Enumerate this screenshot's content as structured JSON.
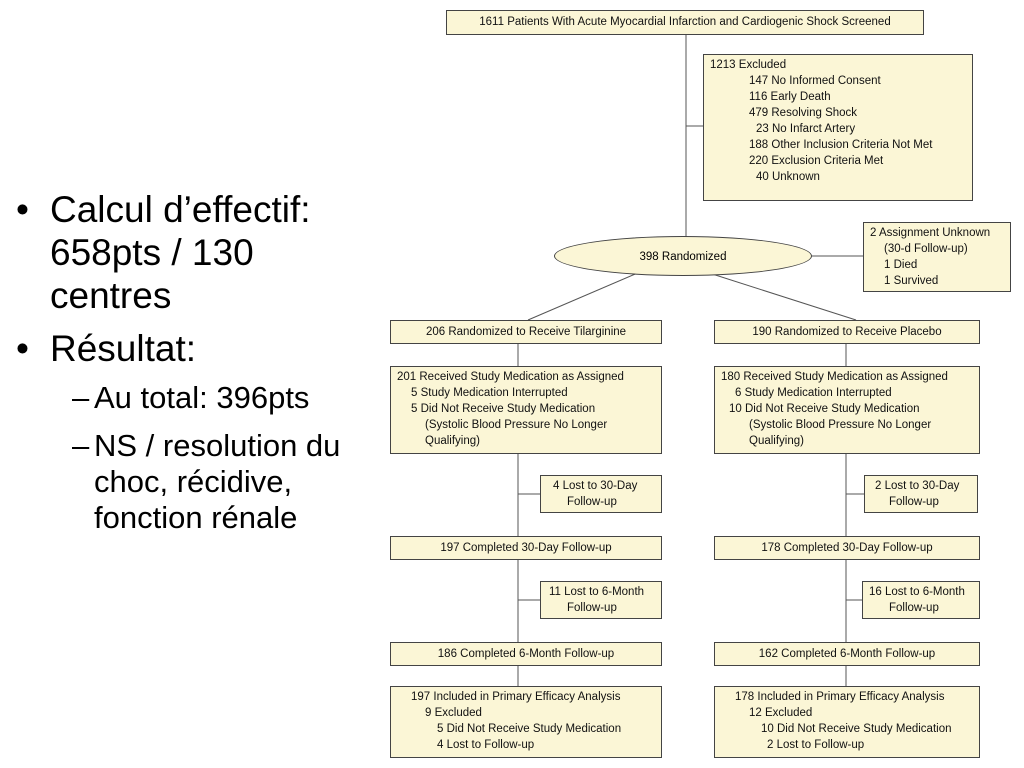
{
  "bullets": [
    {
      "text": "Calcul d’effectif: 658pts / 130 centres"
    },
    {
      "text": "Résultat:"
    }
  ],
  "sub_bullets": [
    {
      "text": "Au total: 396pts"
    },
    {
      "text": "NS / resolution du choc, récidive, fonction rénale"
    }
  ],
  "flow": {
    "screened": "1611  Patients With Acute Myocardial Infarction and Cardiogenic Shock Screened",
    "excluded": {
      "title": "1213  Excluded",
      "items": [
        "147  No Informed Consent",
        "116  Early Death",
        "479  Resolving Shock",
        "23  No Infarct Artery",
        "188  Other Inclusion Criteria Not Met",
        "220  Exclusion Criteria Met",
        "40  Unknown"
      ]
    },
    "randomized": "398  Randomized",
    "unknown": [
      "2  Assignment Unknown",
      "(30-d Follow-up)",
      "1  Died",
      "1  Survived"
    ],
    "left": {
      "arm": "206  Randomized to Receive Tilarginine",
      "received": [
        "201  Received Study Medication as Assigned",
        "5  Study Medication Interrupted",
        "5  Did Not Receive Study Medication",
        "(Systolic Blood Pressure No Longer",
        "Qualifying)"
      ],
      "lost30": [
        "4  Lost to 30-Day",
        "Follow-up"
      ],
      "completed30": "197  Completed 30-Day Follow-up",
      "lost6": [
        "11  Lost to 6-Month",
        "Follow-up"
      ],
      "completed6": "186  Completed 6-Month Follow-up",
      "analysis": [
        "197  Included in Primary Efficacy Analysis",
        "9  Excluded",
        "5  Did Not Receive Study Medication",
        "4  Lost to Follow-up"
      ]
    },
    "right": {
      "arm": "190  Randomized to Receive Placebo",
      "received": [
        "180  Received Study Medication as Assigned",
        "6  Study Medication Interrupted",
        "10  Did Not Receive Study Medication",
        "(Systolic Blood Pressure No Longer",
        "Qualifying)"
      ],
      "lost30": [
        "2  Lost to 30-Day",
        "Follow-up"
      ],
      "completed30": "178  Completed 30-Day Follow-up",
      "lost6": [
        "16  Lost to 6-Month",
        "Follow-up"
      ],
      "completed6": "162  Completed 6-Month Follow-up",
      "analysis": [
        "178  Included in Primary Efficacy Analysis",
        "12  Excluded",
        "10  Did Not Receive Study Medication",
        "2  Lost to Follow-up"
      ]
    }
  }
}
